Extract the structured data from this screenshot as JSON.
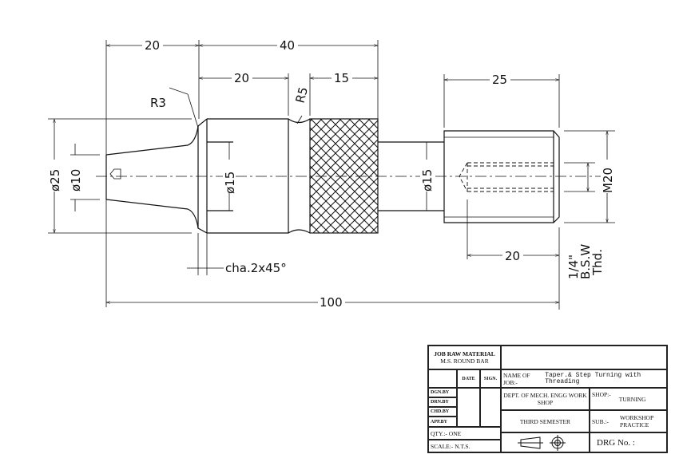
{
  "dimensions": {
    "d20_left": "20",
    "d40": "40",
    "d20_mid": "20",
    "d15_knurl": "15",
    "d25_right": "25",
    "r3": "R3",
    "r5": "R5",
    "dia25": "ø25",
    "dia10": "ø10",
    "dia15_head": "ø15",
    "dia15_neck": "ø15",
    "m20": "M20",
    "d20_thread": "20",
    "d100": "100",
    "chamfer": "cha.2x45°",
    "thread_line1": "1/4\"",
    "thread_line2": "B.S.W",
    "thread_line3": "Thd."
  },
  "title_block": {
    "raw_material_title": "JOB RAW MATERIAL",
    "raw_material": "M.S. ROUND BAR",
    "col_date": "DATE",
    "col_sign": "SIGN.",
    "rows": [
      "DGN.BY",
      "DRN.BY",
      "CHD.BY",
      "APP.BY"
    ],
    "qty": "QTY.:-  ONE",
    "scale": "SCALE:- N.T.S.",
    "name_label": "NAME OF JOB:-",
    "name_value": "Taper.& Step Turning with Threading",
    "dept": "DEPT. OF MECH. ENGG WORK SHOP",
    "shop_label": "SHOP:-",
    "shop_value": "TURNING",
    "semester": "THIRD SEMESTER",
    "sub_label": "SUB.:-",
    "sub_value": "WORKSHOP PRACTICE",
    "drg_no": "DRG No. :"
  }
}
